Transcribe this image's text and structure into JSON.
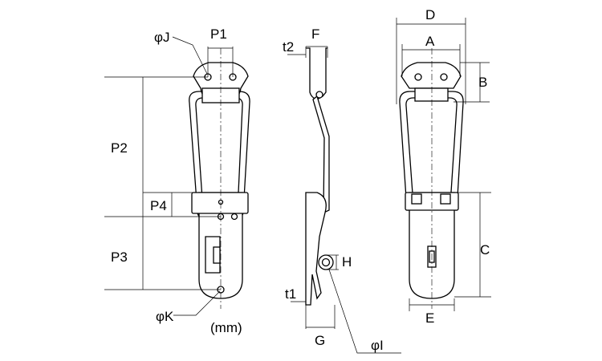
{
  "labels": {
    "phi_j": "φJ",
    "p1": "P1",
    "p2": "P2",
    "p3": "P3",
    "p4": "P4",
    "phi_k": "φK",
    "unit": "(mm)",
    "t2": "t2",
    "f": "F",
    "h": "H",
    "t1": "t1",
    "g": "G",
    "phi_i": "φI",
    "d": "D",
    "a": "A",
    "b": "B",
    "c": "C",
    "e": "E"
  }
}
